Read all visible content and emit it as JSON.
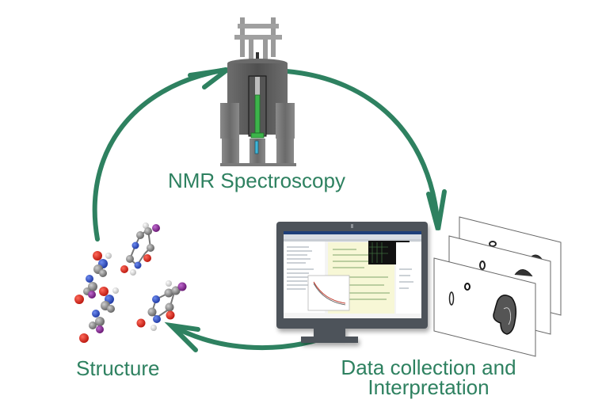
{
  "diagram": {
    "type": "cycle",
    "title": "NMR structure determination workflow",
    "stages": [
      {
        "id": "nmr",
        "label": "NMR Spectroscopy",
        "icon": "nmr-spectrometer-icon"
      },
      {
        "id": "data",
        "label_line1": "Data collection and",
        "label_line2": "Interpretation",
        "icon": "computer-monitor-icon"
      },
      {
        "id": "structure",
        "label": "Structure",
        "icon": "molecule-icon"
      }
    ],
    "flow": [
      "structure -> nmr",
      "nmr -> data",
      "data -> structure"
    ],
    "spectra_stack_count": 3,
    "molecule_count": 4
  },
  "colors": {
    "arrow": "#2e8160",
    "label": "#2e8160",
    "instrument": "#5c5c5c",
    "monitor": "#4e535a",
    "probe": "#3cb44a",
    "sample": "#3fb6d8",
    "oxygen": "#d9261c",
    "nitrogen": "#2c4fc8",
    "carbon": "#8c8c8c",
    "hydrogen": "#e6e6e6",
    "iodine": "#8a2a9a"
  }
}
